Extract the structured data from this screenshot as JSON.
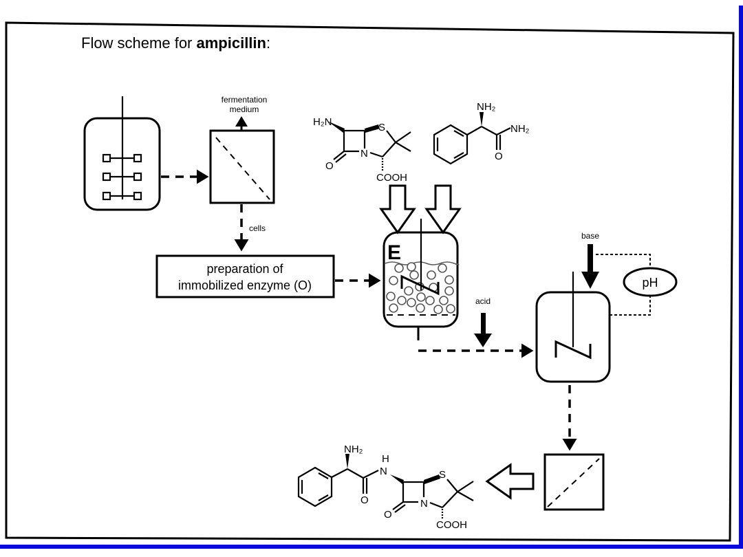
{
  "title": {
    "prefix": "Flow scheme for ",
    "bold": "ampicillin",
    "suffix": ":"
  },
  "labels": {
    "fermentation": "fermentation",
    "medium": "medium",
    "cells": "cells",
    "prep_line1": "preparation of",
    "prep_line2": "immobilized enzyme (O)",
    "enzyme": "E",
    "acid": "acid",
    "base": "base",
    "ph": "pH"
  },
  "chem": {
    "apa": {
      "h2n": "H₂N",
      "s": "S",
      "n": "N",
      "o": "O",
      "cooh": "COOH"
    },
    "phenylglycinamide": {
      "nh2_top": "NH₂",
      "nh2_right": "NH₂",
      "o": "O"
    },
    "ampicillin": {
      "nh2": "NH₂",
      "h": "H",
      "n_amide": "N",
      "s": "S",
      "n_ring": "N",
      "o_amide": "O",
      "o_lactam": "O",
      "cooh": "COOH"
    }
  },
  "colors": {
    "frame_accent": "#0a0adc",
    "ink": "#000000"
  }
}
